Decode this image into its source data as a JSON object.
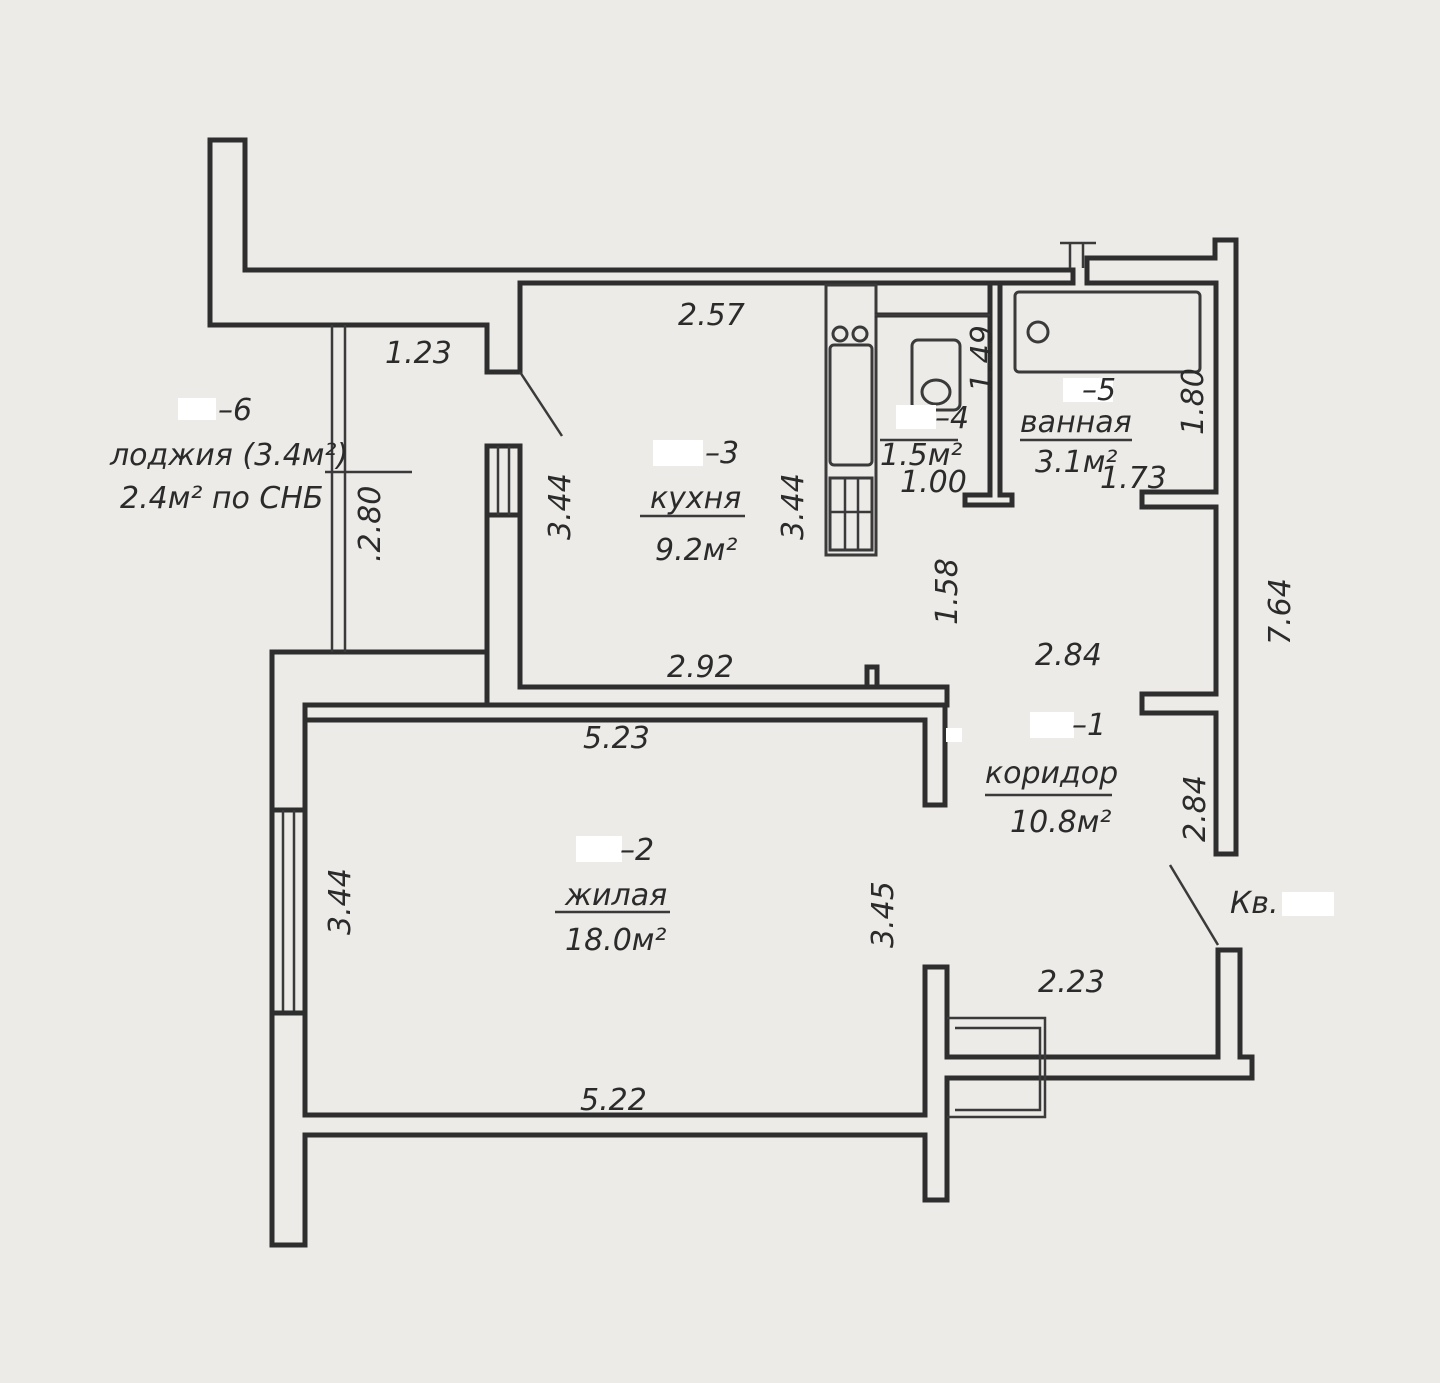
{
  "rooms": {
    "loggia": {
      "num": "–6",
      "name": "лоджия (3.4м²)",
      "area": "2.4м² по СНБ"
    },
    "kitchen": {
      "num": "–3",
      "name": "кухня",
      "area": "9.2м²"
    },
    "wc": {
      "num": "–4",
      "area": "1.5м²"
    },
    "bath": {
      "num": "–5",
      "name": "ванная",
      "area": "3.1м²"
    },
    "corridor": {
      "num": "–1",
      "name": "коридор",
      "area": "10.8м²"
    },
    "living": {
      "num": "–2",
      "name": "жилая",
      "area": "18.0м²"
    }
  },
  "apartment_label": "Кв.",
  "dimensions": {
    "d_2_57": "2.57",
    "d_1_23": "1.23",
    "d_1_49": "1.49",
    "d_1_80": "1.80",
    "d_3_44_kitchen_left": "3.44",
    "d_3_44_kitchen_right": "3.44",
    "d_2_80": ".2.80",
    "d_1_00": "1.00",
    "d_1_73": "1.73",
    "d_1_58": "1.58",
    "d_7_64": "7.64",
    "d_2_84_corridor": "2.84",
    "d_2_92": "2.92",
    "d_5_23": "5.23",
    "d_2_84_side": "2.84",
    "d_3_44_living": "3.44",
    "d_3_45": "3.45",
    "d_2_23": "2.23",
    "d_5_22": "5.22"
  },
  "colors": {
    "paper": "#ecebe8",
    "ink": "#2e2e2e"
  }
}
